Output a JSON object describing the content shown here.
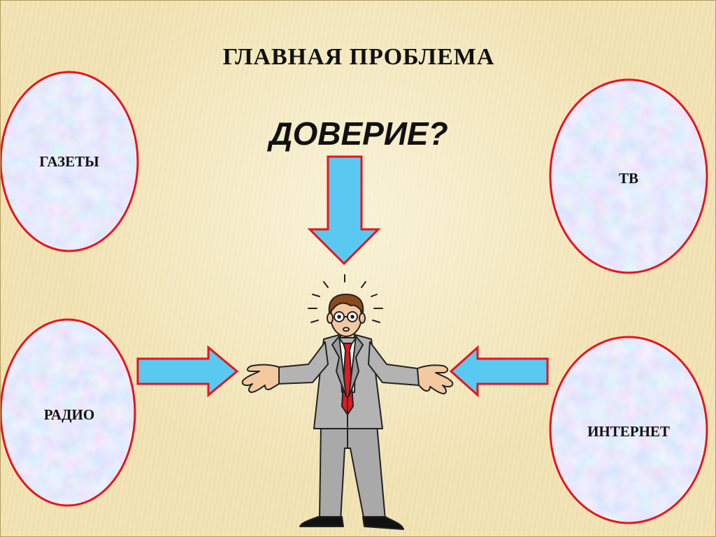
{
  "title": "ГЛАВНАЯ  ПРОБЛЕМА",
  "question": "ДОВЕРИЕ?",
  "media": {
    "newspapers": "ГАЗЕТЫ",
    "tv": "ТВ",
    "radio": "РАДИО",
    "internet": "ИНТЕРНЕТ"
  },
  "colors": {
    "ellipse_fill": "#c6cfee",
    "ellipse_border": "#e8141e",
    "arrow_fill": "#59c9f2",
    "arrow_border": "#e8141e",
    "background": "#f2e4b6"
  },
  "icons": [
    "down-arrow",
    "right-arrow",
    "left-arrow",
    "confused-man"
  ]
}
